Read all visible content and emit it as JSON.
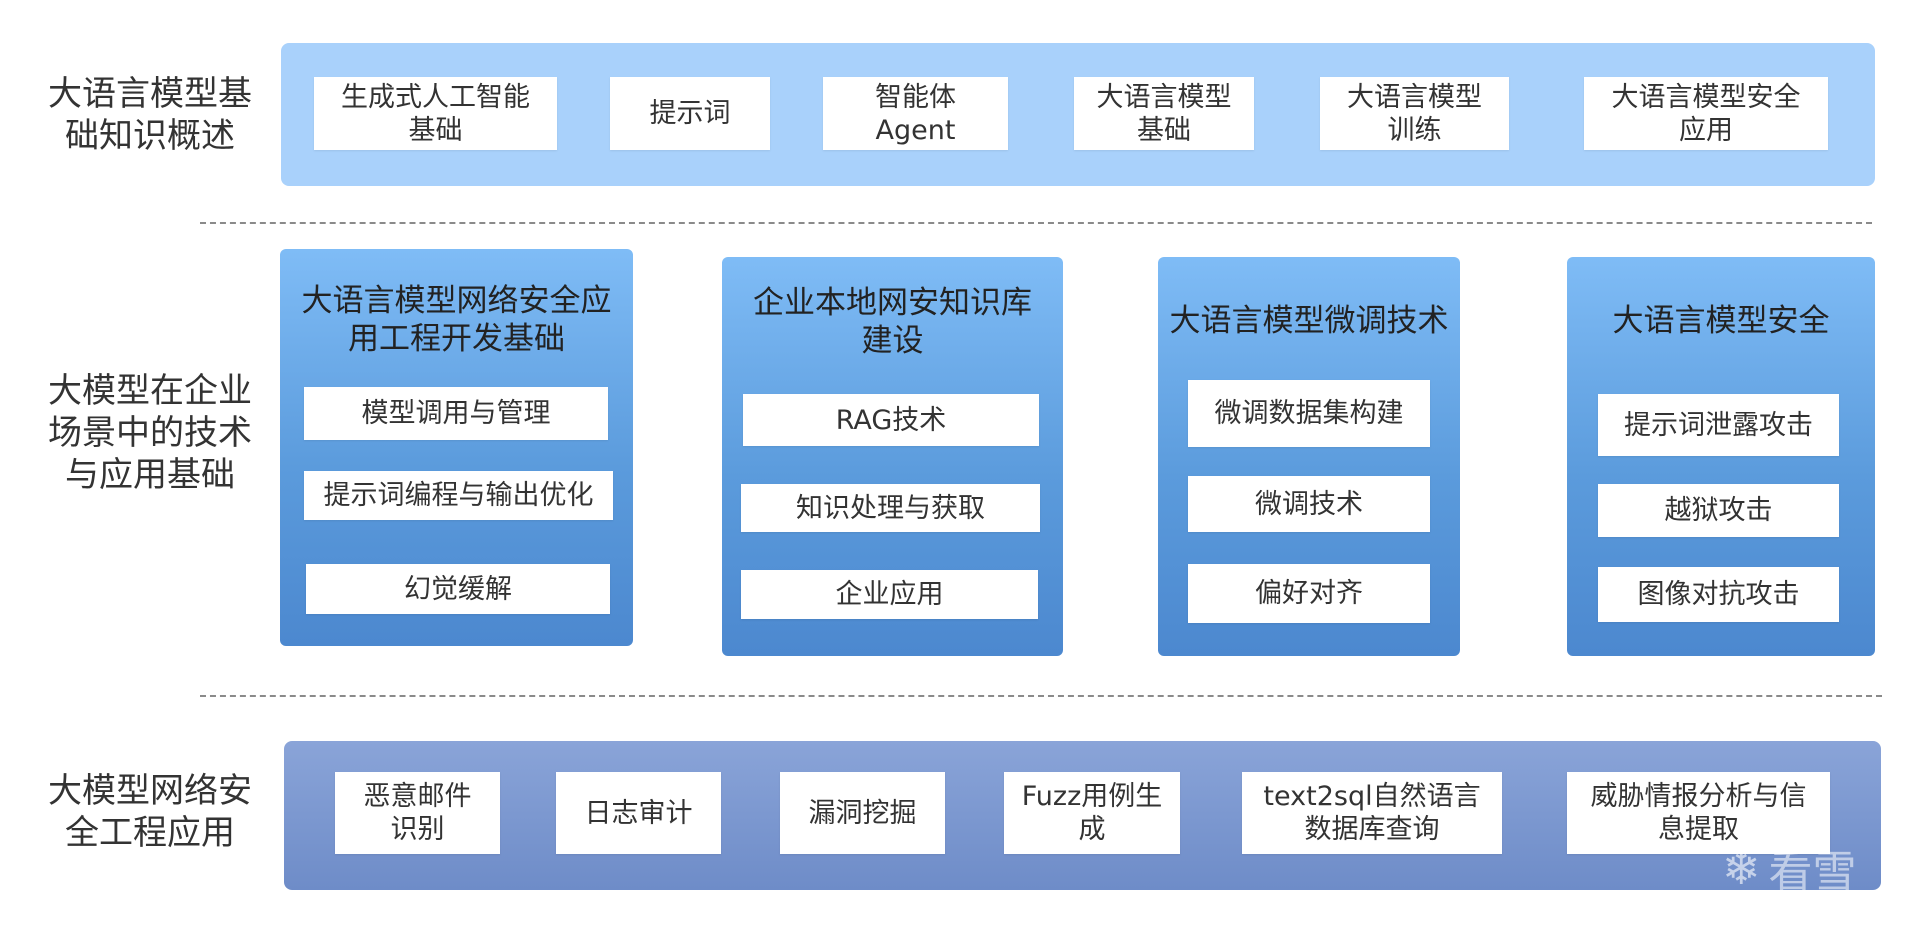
{
  "rows": [
    {
      "label": "大语言模型基\n础知识概述",
      "items": [
        "生成式人工智能\n基础",
        "提示词",
        "智能体\nAgent",
        "大语言模型\n基础",
        "大语言模型\n训练",
        "大语言模型安全\n应用"
      ]
    },
    {
      "label": "大模型在企业\n场景中的技术\n与应用基础",
      "cards": [
        {
          "title": "大语言模型网络安全应\n用工程开发基础",
          "items": [
            "模型调用与管理",
            "提示词编程与输出优化",
            "幻觉缓解"
          ]
        },
        {
          "title": "企业本地网安知识库\n建设",
          "items": [
            "RAG技术",
            "知识处理与获取",
            "企业应用"
          ]
        },
        {
          "title": "大语言模型微调技术",
          "items": [
            "微调数据集构建",
            "微调技术",
            "偏好对齐"
          ]
        },
        {
          "title": "大语言模型安全",
          "items": [
            "提示词泄露攻击",
            "越狱攻击",
            "图像对抗攻击"
          ]
        }
      ]
    },
    {
      "label": "大模型网络安\n全工程应用",
      "items": [
        "恶意邮件\n识别",
        "日志审计",
        "漏洞挖掘",
        "Fuzz用例生\n成",
        "text2sql自然语言\n数据库查询",
        "威胁情报分析与信\n息提取"
      ]
    }
  ],
  "watermark": "看雪",
  "watermark_icon": "snowflake-icon",
  "colors": {
    "top_band": "#a9d1fb",
    "card": "#5b9bdc",
    "bottom_band": "#7b97cf"
  }
}
